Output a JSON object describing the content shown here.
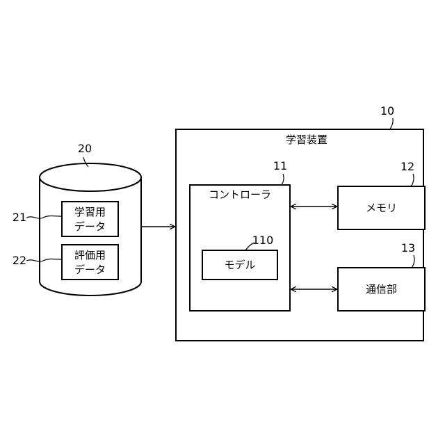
{
  "database": {
    "ref": "20",
    "learning_data": {
      "ref": "21",
      "line1": "学習用",
      "line2": "データ"
    },
    "evaluation_data": {
      "ref": "22",
      "line1": "評価用",
      "line2": "データ"
    }
  },
  "device": {
    "ref": "10",
    "title": "学習装置",
    "controller": {
      "ref": "11",
      "label": "コントローラ",
      "model": {
        "ref": "110",
        "label": "モデル"
      }
    },
    "memory": {
      "ref": "12",
      "label": "メモリ"
    },
    "communication": {
      "ref": "13",
      "label": "通信部"
    }
  }
}
